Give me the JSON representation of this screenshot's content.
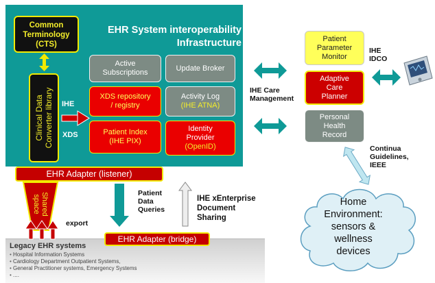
{
  "infrastructure": {
    "title_line1": "EHR System interoperability",
    "title_line2": "Infrastructure"
  },
  "cts": {
    "line1": "Common",
    "line2": "Terminology",
    "line3": "(CTS)"
  },
  "converter": {
    "line1": "Clinical Data",
    "line2": "Converter library"
  },
  "ihe_xds": {
    "ihe": "IHE",
    "xds": "XDS"
  },
  "services": {
    "active_subscriptions": {
      "line1": "Active",
      "line2": "Subscriptions"
    },
    "update_broker": {
      "line1": "Update Broker"
    },
    "xds_repository": {
      "line1": "XDS repository",
      "line2": "/ registry"
    },
    "activity_log": {
      "line1": "Activity Log",
      "line2": "(IHE ATNA)"
    },
    "patient_index": {
      "line1": "Patient Index",
      "line2": "(IHE PIX)"
    },
    "identity_provider": {
      "line1": "Identity",
      "line2": "Provider",
      "line3": "(OpenID)"
    }
  },
  "adapters": {
    "listener": "EHR Adapter (listener)",
    "bridge": "EHR Adapter (bridge)"
  },
  "shared_space": {
    "line1": "Shared",
    "line2": "space"
  },
  "export_label": "export",
  "patient_queries": {
    "line1": "Patient",
    "line2": "Data",
    "line3": "Queries"
  },
  "xenterprise": {
    "line1": "IHE xEnterprise",
    "line2": "Document",
    "line3": "Sharing"
  },
  "legacy": {
    "title": "Legacy EHR systems",
    "items": [
      "Hospital Information Systems",
      "Cardiology Department Outpatient Systems,",
      "General Practitioner systems, Emergency Systems",
      "...."
    ]
  },
  "care_management": {
    "line1": "IHE Care",
    "line2": "Management"
  },
  "monitor_box": {
    "line1": "Patient",
    "line2": "Parameter",
    "line3": "Monitor"
  },
  "planner_box": {
    "line1": "Adaptive",
    "line2": "Care",
    "line3": "Planner"
  },
  "phr_box": {
    "line1": "Personal",
    "line2": "Health",
    "line3": "Record"
  },
  "ihe_idco": {
    "line1": "IHE",
    "line2": "IDCO"
  },
  "continua": {
    "line1": "Continua",
    "line2": "Guidelines,",
    "line3": "IEEE"
  },
  "home_cloud": {
    "line1": "Home",
    "line2": "Environment:",
    "line3": "sensors &",
    "line4": "wellness",
    "line5": "devices"
  },
  "colors": {
    "panel": "#0f9a97",
    "accent_yellow": "#f2ea00",
    "red": "#ea0000",
    "grey_box": "#7d8b84",
    "cloud": "#dff0f6"
  },
  "icons": {
    "device": "medical-device-icon"
  }
}
